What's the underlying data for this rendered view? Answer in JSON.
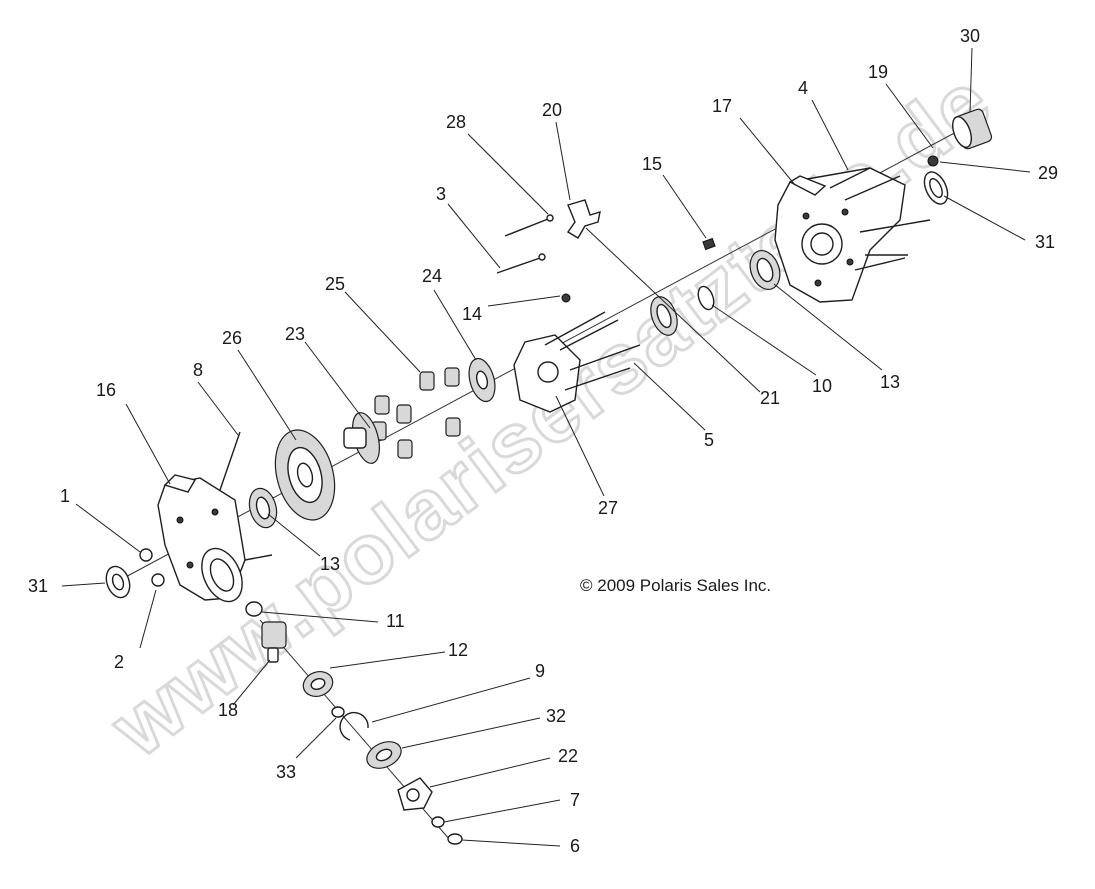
{
  "copyright": "© 2009 Polaris Sales Inc.",
  "watermark": "www.polarisersatzteile.de",
  "callouts": [
    {
      "id": "c30",
      "text": "30"
    },
    {
      "id": "c19",
      "text": "19"
    },
    {
      "id": "c17",
      "text": "17"
    },
    {
      "id": "c4",
      "text": "4"
    },
    {
      "id": "c29",
      "text": "29"
    },
    {
      "id": "c31a",
      "text": "31"
    },
    {
      "id": "c15",
      "text": "15"
    },
    {
      "id": "c20",
      "text": "20"
    },
    {
      "id": "c28",
      "text": "28"
    },
    {
      "id": "c3",
      "text": "3"
    },
    {
      "id": "c14",
      "text": "14"
    },
    {
      "id": "c24",
      "text": "24"
    },
    {
      "id": "c25",
      "text": "25"
    },
    {
      "id": "c10",
      "text": "10"
    },
    {
      "id": "c13a",
      "text": "13"
    },
    {
      "id": "c21",
      "text": "21"
    },
    {
      "id": "c5",
      "text": "5"
    },
    {
      "id": "c26",
      "text": "26"
    },
    {
      "id": "c23",
      "text": "23"
    },
    {
      "id": "c27",
      "text": "27"
    },
    {
      "id": "c16",
      "text": "16"
    },
    {
      "id": "c8",
      "text": "8"
    },
    {
      "id": "c1",
      "text": "1"
    },
    {
      "id": "c13b",
      "text": "13"
    },
    {
      "id": "c31b",
      "text": "31"
    },
    {
      "id": "c11",
      "text": "11"
    },
    {
      "id": "c2",
      "text": "2"
    },
    {
      "id": "c12",
      "text": "12"
    },
    {
      "id": "c9",
      "text": "9"
    },
    {
      "id": "c18",
      "text": "18"
    },
    {
      "id": "c32",
      "text": "32"
    },
    {
      "id": "c33",
      "text": "33"
    },
    {
      "id": "c22",
      "text": "22"
    },
    {
      "id": "c7",
      "text": "7"
    },
    {
      "id": "c6",
      "text": "6"
    }
  ]
}
